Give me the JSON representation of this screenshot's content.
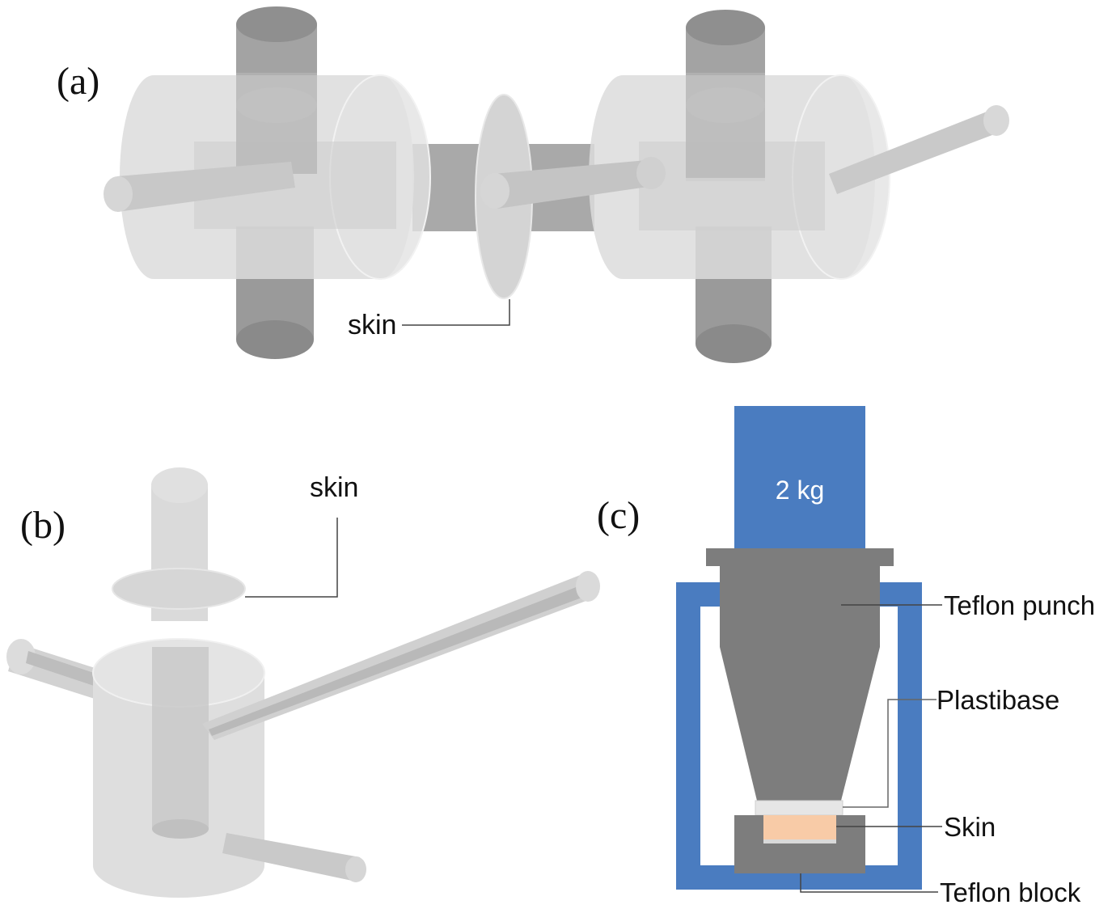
{
  "panels": {
    "a": {
      "letter": "(a)",
      "skin_label": "skin"
    },
    "b": {
      "letter": "(b)",
      "skin_label": "skin"
    },
    "c": {
      "letter": "(c)",
      "weight_label": "2 kg",
      "labels": {
        "punch": "Teflon punch",
        "plastibase": "Plastibase",
        "skin": "Skin",
        "block": "Teflon block"
      }
    }
  },
  "colors": {
    "weight_blue": "#4a7cc0",
    "frame_blue": "#4a7cc0",
    "teflon_gray": "#7d7d7d",
    "glass_gray": "#d9d9d9",
    "clamp_dark": "#a6a6a6",
    "skin_tone": "#f8cba7"
  }
}
